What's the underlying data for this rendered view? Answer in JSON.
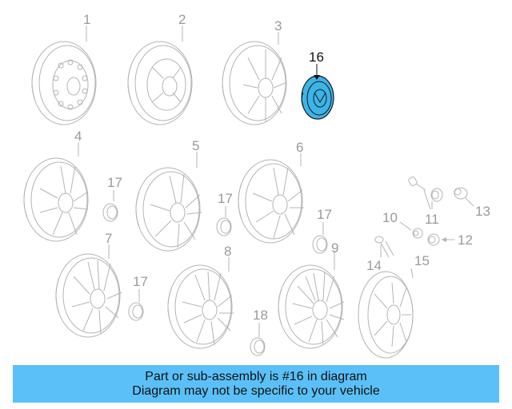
{
  "diagram": {
    "highlight_color": "#3cb4e8",
    "line_color": "#b4b4b4",
    "callouts": {
      "c1": "1",
      "c2": "2",
      "c3": "3",
      "c4": "4",
      "c5": "5",
      "c6": "6",
      "c7": "7",
      "c8": "8",
      "c9": "9",
      "c10": "10",
      "c11": "11",
      "c12": "12",
      "c13": "13",
      "c14": "14",
      "c15": "15",
      "c16": "16",
      "c17a": "17",
      "c17b": "17",
      "c17c": "17",
      "c17d": "17",
      "c18": "18"
    }
  },
  "banner": {
    "line1": "Part or sub-assembly is #16 in diagram",
    "line2": "Diagram may not be specific to your vehicle",
    "color": "#5bc0f8"
  }
}
